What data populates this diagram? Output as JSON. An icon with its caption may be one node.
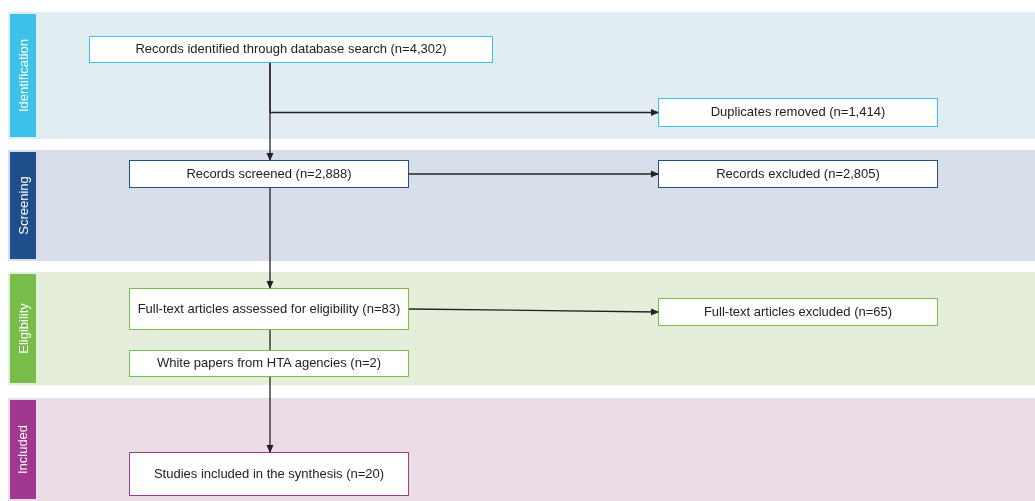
{
  "diagram": {
    "nodes": [
      {
        "text": [
          "Identification"
        ]
      },
      {
        "text": [
          "Records identified through database search (n=4,302)"
        ],
        "in": 0
      },
      {
        "text": [
          "Duplicates removed (n=1,414)"
        ],
        "in": 0
      },
      {
        "text": [
          "Screening"
        ]
      },
      {
        "text": [
          "Records screened (n=2,888)"
        ],
        "in": 3
      },
      {
        "text": [
          "Records excluded (n=2,805)"
        ],
        "in": 3
      },
      {
        "text": [
          "Eligibility"
        ]
      },
      {
        "text": [
          "Full-text articles assessed for eligibility (n=83)"
        ],
        "in": 6
      },
      {
        "text": [
          "Full-text articles excluded (n=65)"
        ],
        "in": 6
      },
      {
        "text": [
          "White papers from HTA agencies (n=2)"
        ],
        "in": 6
      },
      {
        "text": [
          "Included"
        ]
      },
      {
        "text": [
          "Studies included in the synthesis (n=20)"
        ],
        "in": 10
      }
    ],
    "edges": [
      {
        "from": 1,
        "to": 4,
        "arrow": "to"
      },
      {
        "from": 1,
        "to": 2,
        "arrow": "to"
      },
      {
        "from": 4,
        "to": 5,
        "arrow": "to"
      },
      {
        "from": 4,
        "to": 7,
        "arrow": "to"
      },
      {
        "from": 7,
        "to": 8,
        "arrow": "to"
      },
      {
        "from": 7,
        "to": 9,
        "arrow": "none"
      },
      {
        "from": 9,
        "to": 11,
        "arrow": "to"
      }
    ]
  }
}
